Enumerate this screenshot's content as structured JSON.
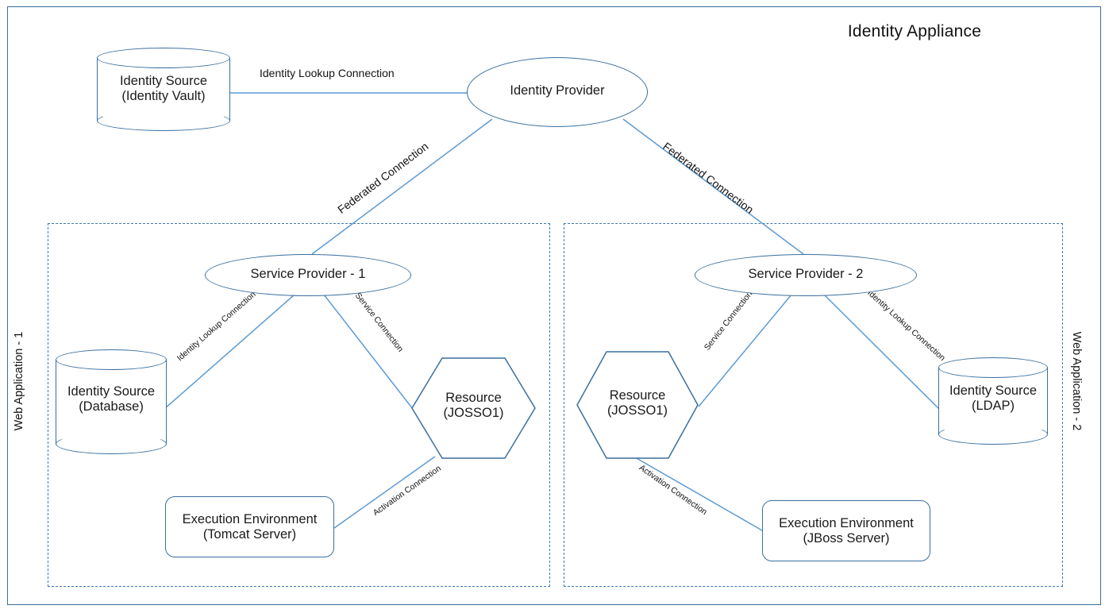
{
  "diagram": {
    "title": "Identity Appliance",
    "containers": [
      {
        "id": "webapp1",
        "label": "Web Application - 1"
      },
      {
        "id": "webapp2",
        "label": "Web Application - 2"
      }
    ],
    "nodes": {
      "identity_vault": {
        "shape": "cylinder",
        "line1": "Identity Source",
        "line2": "(Identity Vault)"
      },
      "identity_provider": {
        "shape": "ellipse",
        "line1": "Identity Provider"
      },
      "service_provider_1": {
        "shape": "ellipse",
        "line1": "Service Provider - 1"
      },
      "service_provider_2": {
        "shape": "ellipse",
        "line1": "Service Provider - 2"
      },
      "identity_source_db": {
        "shape": "cylinder",
        "line1": "Identity Source",
        "line2": "(Database)"
      },
      "identity_source_ldap": {
        "shape": "cylinder",
        "line1": "Identity Source",
        "line2": "(LDAP)"
      },
      "resource_left": {
        "shape": "hexagon",
        "line1": "Resource",
        "line2": "(JOSSO1)"
      },
      "resource_right": {
        "shape": "hexagon",
        "line1": "Resource",
        "line2": "(JOSSO1)"
      },
      "exec_tomcat": {
        "shape": "roundrect",
        "line1": "Execution Environment",
        "line2": "(Tomcat Server)"
      },
      "exec_jboss": {
        "shape": "roundrect",
        "line1": "Execution Environment",
        "line2": "(JBoss Server)"
      }
    },
    "edges": [
      {
        "id": "vault-idp",
        "label": "Identity Lookup Connection",
        "from": "identity_vault",
        "to": "identity_provider"
      },
      {
        "id": "idp-sp1",
        "label": "Federated Connection",
        "from": "identity_provider",
        "to": "service_provider_1"
      },
      {
        "id": "idp-sp2",
        "label": "Federated Connection",
        "from": "identity_provider",
        "to": "service_provider_2"
      },
      {
        "id": "sp1-db",
        "label": "Identity Lookup Connection",
        "from": "service_provider_1",
        "to": "identity_source_db"
      },
      {
        "id": "sp1-res",
        "label": "Service Connection",
        "from": "service_provider_1",
        "to": "resource_left"
      },
      {
        "id": "res-tomcat",
        "label": "Activation Connection",
        "from": "resource_left",
        "to": "exec_tomcat"
      },
      {
        "id": "sp2-res",
        "label": "Service Connection",
        "from": "service_provider_2",
        "to": "resource_right"
      },
      {
        "id": "sp2-ldap",
        "label": "Identity Lookup Connection",
        "from": "service_provider_2",
        "to": "identity_source_ldap"
      },
      {
        "id": "res2-jboss",
        "label": "Activation Connection",
        "from": "resource_right",
        "to": "exec_jboss"
      }
    ],
    "colors": {
      "frame": "#3a6f9f",
      "dashed_container": "#3d7ab5",
      "connector": "#5b9bd5",
      "shape_stroke": "#3a6f9f",
      "text": "#1a1a1a",
      "background": "#ffffff"
    }
  }
}
